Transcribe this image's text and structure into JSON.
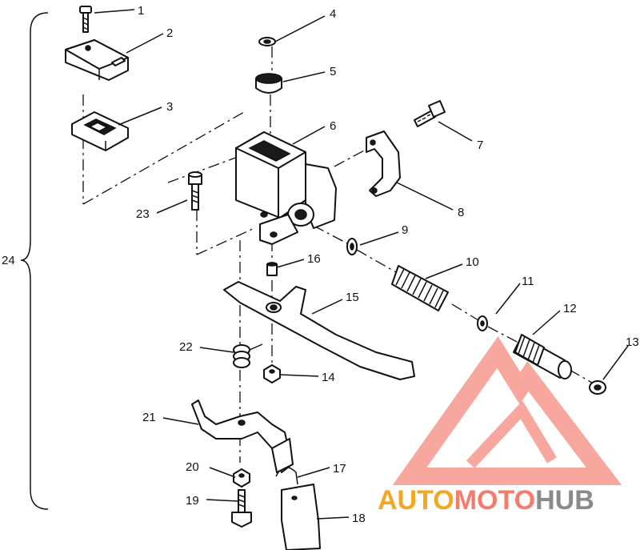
{
  "parts": [
    {
      "id": "1",
      "label": "1"
    },
    {
      "id": "2",
      "label": "2"
    },
    {
      "id": "3",
      "label": "3"
    },
    {
      "id": "4",
      "label": "4"
    },
    {
      "id": "5",
      "label": "5"
    },
    {
      "id": "6",
      "label": "6"
    },
    {
      "id": "7",
      "label": "7"
    },
    {
      "id": "8",
      "label": "8"
    },
    {
      "id": "9",
      "label": "9"
    },
    {
      "id": "10",
      "label": "10"
    },
    {
      "id": "11",
      "label": "11"
    },
    {
      "id": "12",
      "label": "12"
    },
    {
      "id": "13",
      "label": "13"
    },
    {
      "id": "14",
      "label": "14"
    },
    {
      "id": "15",
      "label": "15"
    },
    {
      "id": "16",
      "label": "16"
    },
    {
      "id": "17",
      "label": "17"
    },
    {
      "id": "18",
      "label": "18"
    },
    {
      "id": "19",
      "label": "19"
    },
    {
      "id": "20",
      "label": "20"
    },
    {
      "id": "21",
      "label": "21"
    },
    {
      "id": "22",
      "label": "22"
    },
    {
      "id": "23",
      "label": "23"
    },
    {
      "id": "24",
      "label": "24"
    }
  ],
  "watermark": {
    "part1": "AUTO",
    "part2": "MOTO",
    "part3": "HUB",
    "color1": "#f5a623",
    "color2": "#f47c6c",
    "color3": "#8a8a8a"
  }
}
